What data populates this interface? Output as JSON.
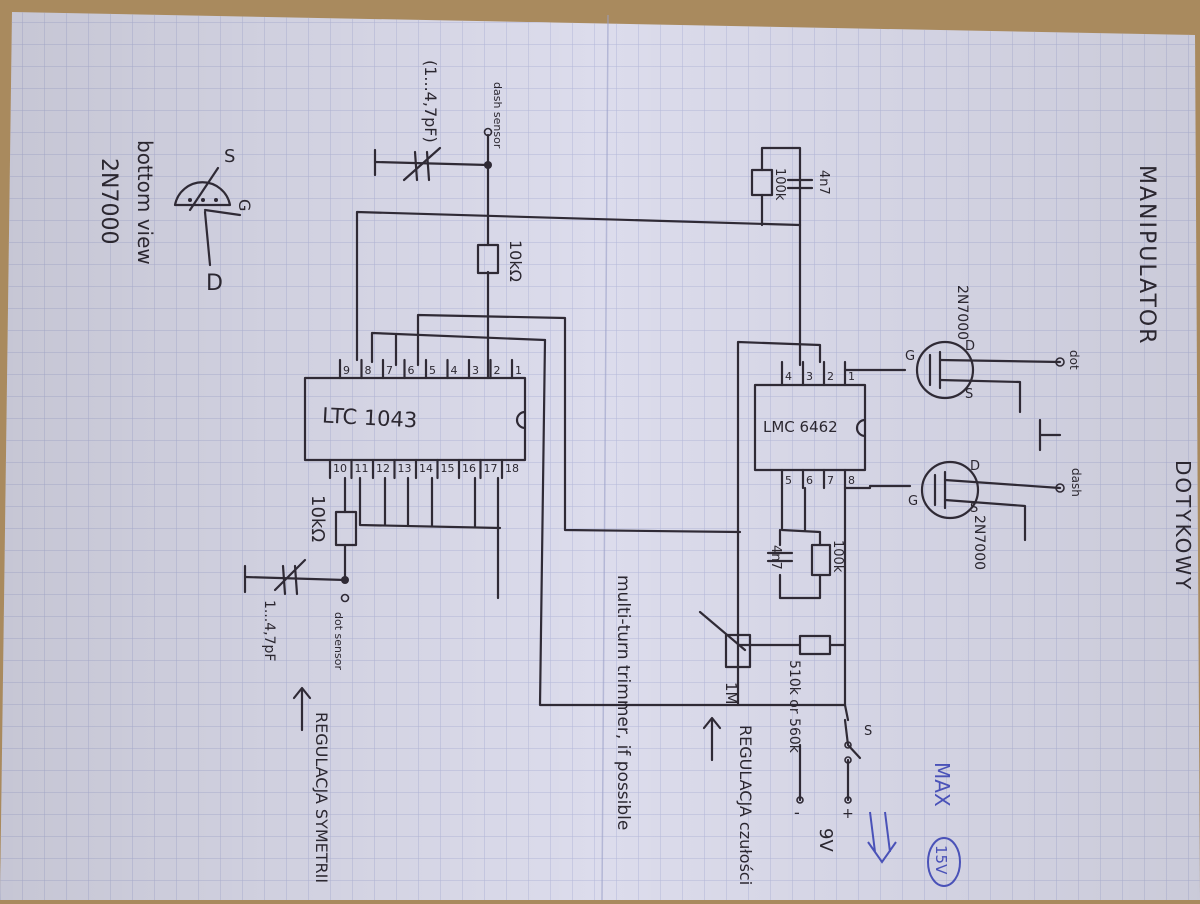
{
  "title": "MANIPULATOR",
  "subtitle": "DOTYKOWY",
  "ic1": {
    "label": "LTC 1043",
    "pins_top": [
      "9",
      "8",
      "7",
      "6",
      "5",
      "4",
      "3",
      "2",
      "1"
    ],
    "pins_bottom": [
      "10",
      "11",
      "12",
      "13",
      "14",
      "15",
      "16",
      "17",
      "18"
    ]
  },
  "ic2": {
    "label": "LMC 6462",
    "pins_top": [
      "4",
      "3",
      "2",
      "1"
    ],
    "pins_bottom": [
      "5",
      "6",
      "7",
      "8"
    ]
  },
  "transistor_top": {
    "label": "2N7000",
    "g": "G",
    "d": "D",
    "s": "S",
    "output": "dot"
  },
  "transistor_bottom": {
    "label": "2N7000",
    "g": "G",
    "d": "D",
    "s": "S",
    "output": "dash"
  },
  "dash_sensor": "dash sensor",
  "dot_sensor": "dot sensor",
  "cap_top": "(1...4,7pF)",
  "cap_bottom": "1...4,7pF",
  "res_top": "10kΩ",
  "res_bottom": "10kΩ",
  "feedback_top": {
    "cap": "4n7",
    "res": "100k"
  },
  "feedback_bottom": {
    "cap": "4n7",
    "res": "100k"
  },
  "trimmer": {
    "value": "1M",
    "note": "multi-turn trimmer, if possible"
  },
  "divider": {
    "value": "510k or 560k"
  },
  "switch_label": "S",
  "battery": {
    "plus": "+",
    "minus": "-",
    "voltage": "9V"
  },
  "max_label": "MAX",
  "max_value": "15V",
  "reg_sens": "REGULACJA czułości",
  "reg_sym": "REGULACJA SYMETRII",
  "pinout": {
    "s": "S",
    "g": "G",
    "d": "D",
    "caption": "bottom view",
    "part": "2N7000"
  },
  "colors": {
    "paper": "#dcdcec",
    "grid": "#b4b8da",
    "ink": "#2f2a35",
    "blue_ink": "#4a52b8",
    "background": "#a98a5e"
  }
}
